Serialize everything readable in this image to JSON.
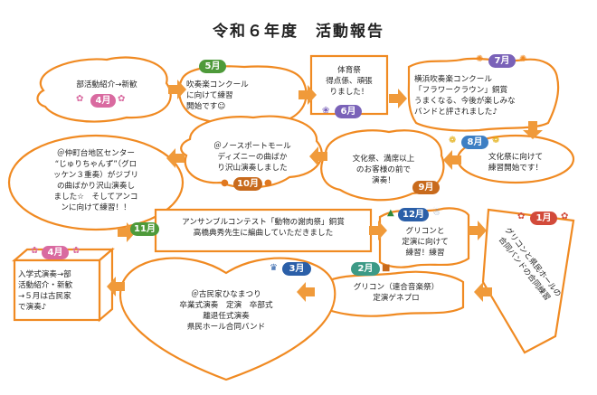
{
  "title": "令和６年度　活動報告",
  "colors": {
    "outline": "#f08a22",
    "arrow": "#f09a3a",
    "sakura": "#d96aa0",
    "green": "#4e9a3a",
    "purple": "#7a62b8",
    "blue": "#3d7fc4",
    "navy": "#2b5fa8",
    "autumn": "#c86a1c",
    "red": "#d24a3a",
    "teal": "#3c9a86"
  },
  "months": {
    "april_top": "4月",
    "may": "5月",
    "june": "6月",
    "july": "7月",
    "august": "8月",
    "september": "9月",
    "october": "10月",
    "november": "11月",
    "december": "12月",
    "january": "1月",
    "february": "2月",
    "march": "3月",
    "april_bottom": "4月"
  },
  "events": {
    "april": "部活動紹介→新歓",
    "may": [
      "吹奏楽コンクール",
      "に向けて練習",
      "開始です☺"
    ],
    "june": [
      "体育祭",
      "得点係、頑張",
      "りました！"
    ],
    "july": [
      "横浜吹奏楽コンクール",
      "「フラワークラウン」銅賞",
      "うまくなる、今後が楽しみな",
      "バンドと評されました♪"
    ],
    "august": [
      "文化祭に向けて",
      "練習開始です！"
    ],
    "september": [
      "文化祭、満席以上",
      "のお客様の前で",
      "演奏！"
    ],
    "october": [
      "＠ノースポートモール",
      "ディズニーの曲ばか",
      "り沢山演奏しました"
    ],
    "november": [
      "＠仲町台地区センター",
      "“じゅりちゃんず”（グロ",
      "ッケン３重奏）がジブリ",
      "の曲ばかり沢山演奏し",
      "ました☆　そしてアンコ",
      "ンに向けて練習！！"
    ],
    "ensemble": [
      "アンサンブルコンテスト「動物の謝肉祭」銅賞",
      "高橋典秀先生に編曲していただきました"
    ],
    "december": [
      "グリコンと",
      "定演に向けて",
      "練習！練習"
    ],
    "january": [
      "グリコンと県民ホールの",
      "合同バンドの合同練習"
    ],
    "february": [
      "グリコン（連合音楽祭）",
      "定演ゲネプロ"
    ],
    "march": [
      "＠古民家ひなまつり",
      "卒業式演奏　定演　卒部式",
      "離退任式演奏",
      "県民ホール合同バンド"
    ],
    "april_next": [
      "入学式演奏→部",
      "活動紹介・新歓",
      "→５月は古民家",
      "で演奏♪"
    ]
  }
}
